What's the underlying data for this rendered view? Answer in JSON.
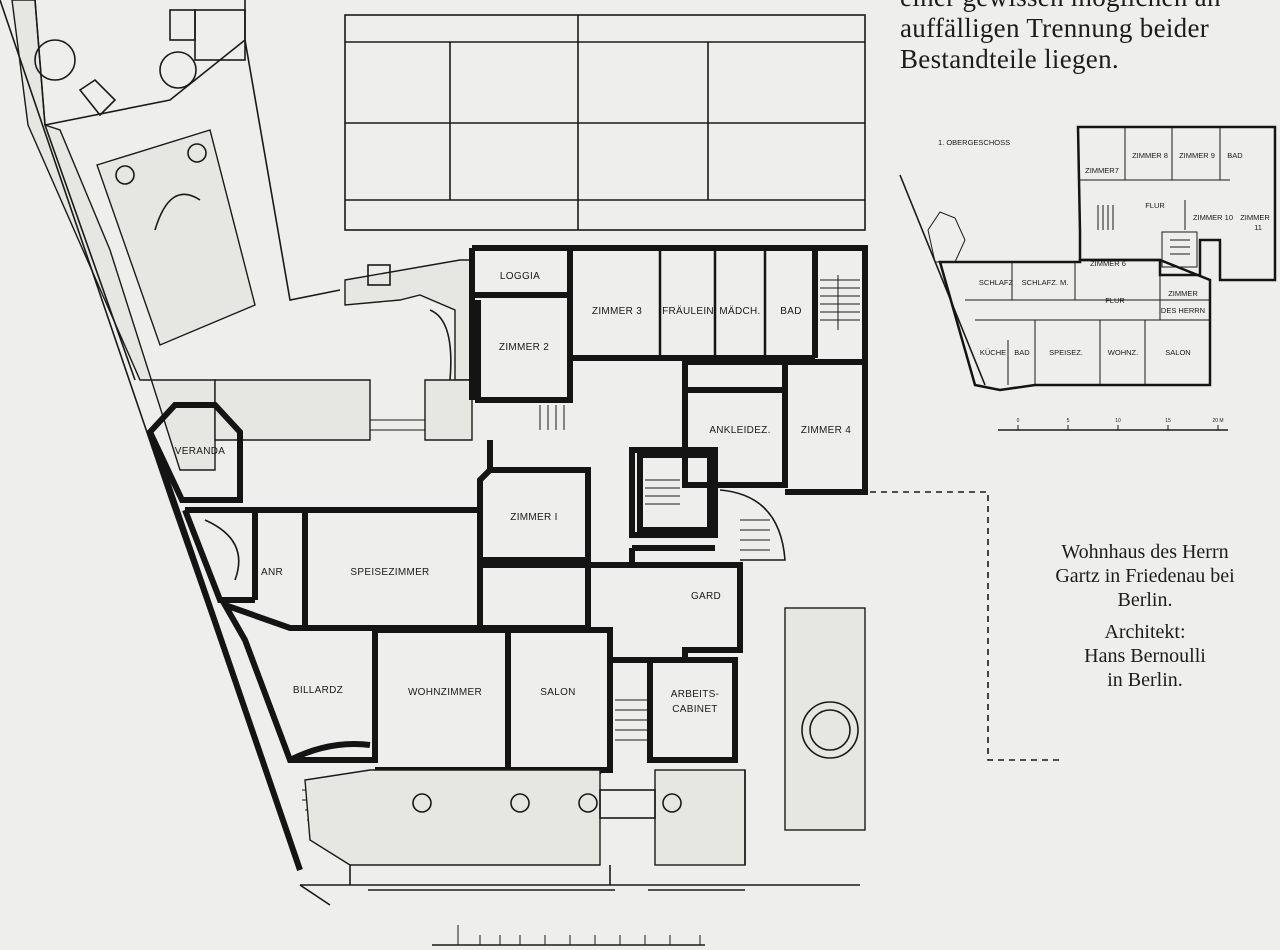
{
  "article_text": {
    "line1": "einer gewissen möglichen an",
    "line2": "auffälligen Trennung beider",
    "line3": "Bestandteile liegen."
  },
  "caption": {
    "line1": "Wohnhaus des Herrn",
    "line2": "Gartz in Friedenau bei",
    "line3": "Berlin.",
    "architect_label": "Architekt:",
    "architect_name": "Hans Bernoulli",
    "architect_city": "in Berlin."
  },
  "ground_floor": {
    "rooms": {
      "loggia": "LOGGIA",
      "zimmer3": "ZIMMER 3",
      "fraulein": "FRÄULEIN",
      "madch": "MÄDCH.",
      "bad": "BAD",
      "zimmer2": "ZIMMER 2",
      "ankleidez": "ANKLEIDEZ.",
      "zimmer4": "ZIMMER 4",
      "veranda": "VERANDA",
      "zimmer1": "ZIMMER I",
      "anr": "ANR",
      "speisezimmer": "SPEISEZIMMER",
      "gard": "GARD",
      "billardz": "BILLARDZ",
      "wohnzimmer": "WOHNZIMMER",
      "salon": "SALON",
      "arbeits": "ARBEITS-",
      "cabinet": "CABINET"
    }
  },
  "upper_floor": {
    "title": "1. OBERGESCHOSS",
    "rooms": {
      "zimmer7": "ZIMMER7",
      "zimmer8": "ZIMMER 8",
      "zimmer9": "ZIMMER 9",
      "bad": "BAD",
      "flur_top": "FLUR",
      "zimmer10": "ZIMMER 10",
      "zimmer11a": "ZIMMER",
      "zimmer11b": "11",
      "zimmer6": "ZIMMER 6",
      "schlafz": "SCHLAFZ",
      "schlafz_m": "SCHLAFZ. M.",
      "flur": "FLUR",
      "zimmer_herrn_a": "ZIMMER",
      "zimmer_herrn_b": "DES HERRN",
      "kuche": "KÜCHE",
      "bad2": "BAD",
      "speisez": "SPEISEZ.",
      "wohnz": "WOHNZ.",
      "salon": "SALON"
    },
    "scale_ticks": [
      "0",
      "5",
      "10",
      "15",
      "20 M"
    ]
  }
}
